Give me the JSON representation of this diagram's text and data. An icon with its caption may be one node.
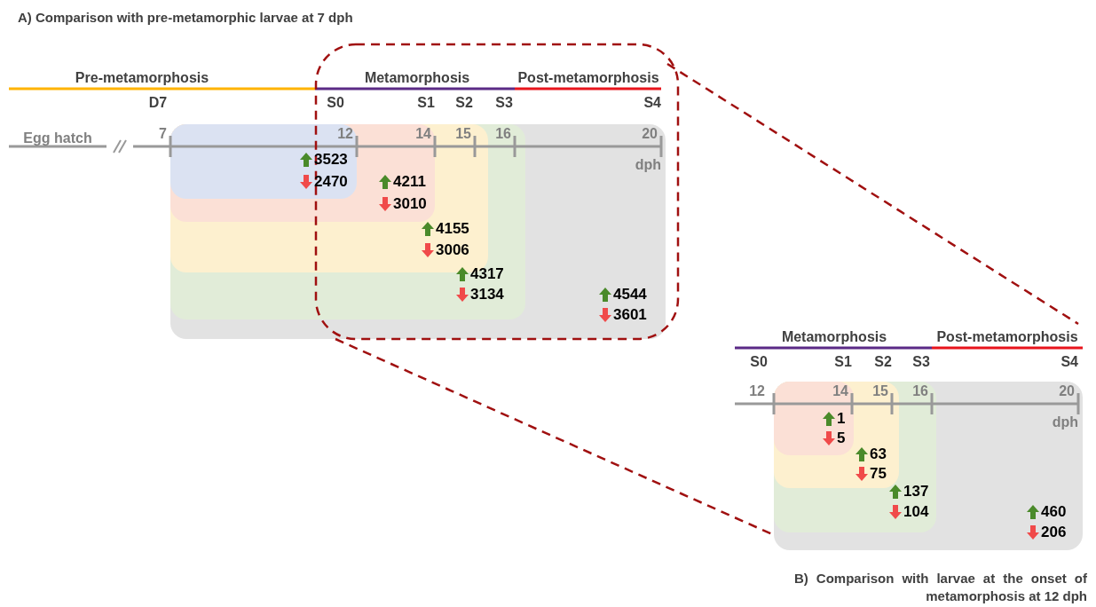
{
  "diagram": {
    "title": "A) Comparison with pre-metamorphic larvae at 7 dph",
    "caption": "B) Comparison with larvae at the onset of metamorphosis at 12 dph",
    "labels": [
      "Pre-metamorphosis",
      "Metamorphosis",
      "Post-metamorphosis",
      "D7",
      "S0",
      "S1",
      "S2",
      "S3",
      "S4",
      "Egg hatch",
      "7",
      "12",
      "14",
      "15",
      "16",
      "20",
      "3523",
      "dph",
      "2470",
      "4211",
      "3010",
      "4155",
      "3006",
      "4317",
      "3134",
      "4544",
      "3601",
      "Metamorphosis",
      "Post-metamorphosis",
      "S0",
      "S1",
      "S2",
      "S3",
      "S4",
      "12",
      "14",
      "15",
      "16",
      "20",
      "1",
      "dph",
      "5",
      "63",
      "75",
      "137",
      "104",
      "460",
      "206"
    ]
  }
}
